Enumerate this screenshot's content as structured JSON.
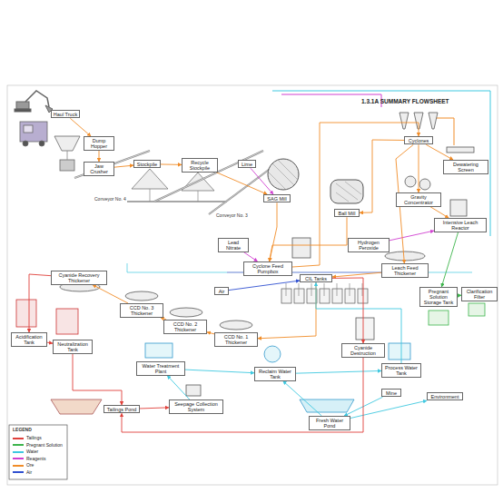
{
  "diagram": {
    "title": "1.3.1A SUMMARY FLOWSHEET",
    "nodes": [
      {
        "text": [
          "Haul Truck"
        ]
      },
      {
        "text": [
          "Dump Hopper"
        ]
      },
      {
        "text": [
          "Jaw Crusher"
        ]
      },
      {
        "text": [
          "Stockpile"
        ]
      },
      {
        "text": [
          "Recycle Stockpile"
        ]
      },
      {
        "text": [
          "Lime"
        ]
      },
      {
        "text": [
          "SAG Mill"
        ]
      },
      {
        "text": [
          "Ball Mill"
        ]
      },
      {
        "text": [
          "Lead Nitrate"
        ]
      },
      {
        "text": [
          "Cyclone Feed Pumpbox"
        ]
      },
      {
        "text": [
          "Cyclones"
        ]
      },
      {
        "text": [
          "Hydrogen Peroxide"
        ]
      },
      {
        "text": [
          "Gravity Concentrator"
        ]
      },
      {
        "text": [
          "Intensive Leach Reactor"
        ]
      },
      {
        "text": [
          "Dewatering Screen"
        ]
      },
      {
        "text": [
          "Clarification Filter"
        ]
      },
      {
        "text": [
          "Leach Feed Thickener"
        ]
      },
      {
        "text": [
          "Pregnant Solution Storage Tank"
        ]
      },
      {
        "text": [
          "CIL Tanks"
        ]
      },
      {
        "text": [
          "Air"
        ]
      },
      {
        "text": [
          "CCD No. 1 Thickener"
        ]
      },
      {
        "text": [
          "CCD No. 2 Thickener"
        ]
      },
      {
        "text": [
          "CCD No. 3 Thickener"
        ]
      },
      {
        "text": [
          "Cyanide Recovery Thickener"
        ]
      },
      {
        "text": [
          "Acidification Tank"
        ]
      },
      {
        "text": [
          "Neutralization Tank"
        ]
      },
      {
        "text": [
          "Water Treatment Plant"
        ]
      },
      {
        "text": [
          "Tailings Pond"
        ]
      },
      {
        "text": [
          "Seepage Collection System"
        ]
      },
      {
        "text": [
          "Reclaim Water Tank"
        ]
      },
      {
        "text": [
          "Cyanide Destruction"
        ]
      },
      {
        "text": [
          "Process Water Tank"
        ]
      },
      {
        "text": [
          "Fresh Water Pond"
        ]
      },
      {
        "text": [
          "Mine"
        ]
      },
      {
        "text": [
          "Environment"
        ]
      }
    ],
    "edges": [
      {
        "from": 0,
        "to": 1,
        "arrow": "to"
      },
      {
        "from": 1,
        "to": 2,
        "arrow": "to"
      },
      {
        "from": 2,
        "to": 3,
        "arrow": "to"
      },
      {
        "from": 3,
        "to": 4,
        "arrow": "to"
      },
      {
        "from": 4,
        "to": 6,
        "arrow": "to"
      },
      {
        "from": 5,
        "to": 6,
        "arrow": "to"
      },
      {
        "from": 6,
        "to": 9,
        "arrow": "to"
      },
      {
        "from": 9,
        "to": 10,
        "arrow": "to"
      },
      {
        "from": 10,
        "to": 7,
        "arrow": "to"
      },
      {
        "from": 7,
        "to": 9,
        "arrow": "to"
      },
      {
        "from": 10,
        "to": 12,
        "arrow": "to"
      },
      {
        "from": 12,
        "to": 13,
        "arrow": "to"
      },
      {
        "from": 13,
        "to": 17,
        "arrow": "to"
      },
      {
        "from": 17,
        "to": 15,
        "arrow": "to"
      },
      {
        "from": 8,
        "to": 9,
        "arrow": "to"
      },
      {
        "from": 11,
        "to": 13,
        "arrow": "to"
      },
      {
        "from": 10,
        "to": 16,
        "arrow": "to"
      },
      {
        "from": 16,
        "to": 18,
        "arrow": "to"
      },
      {
        "from": 18,
        "to": 20,
        "arrow": "to"
      },
      {
        "from": 20,
        "to": 21,
        "arrow": "to"
      },
      {
        "from": 21,
        "to": 22,
        "arrow": "to"
      },
      {
        "from": 22,
        "to": 23,
        "arrow": "to"
      },
      {
        "from": 23,
        "to": 24,
        "arrow": "to"
      },
      {
        "from": 24,
        "to": 25,
        "arrow": "to"
      },
      {
        "from": 25,
        "to": 27,
        "arrow": "to"
      },
      {
        "from": 27,
        "to": 28,
        "arrow": "to"
      },
      {
        "from": 28,
        "to": 26,
        "arrow": "to"
      },
      {
        "from": 26,
        "to": 29,
        "arrow": "to"
      },
      {
        "from": 29,
        "to": 31,
        "arrow": "to"
      },
      {
        "from": 31,
        "to": 18,
        "arrow": "to"
      },
      {
        "from": 32,
        "to": 29,
        "arrow": "to"
      },
      {
        "from": 33,
        "to": 32,
        "arrow": "to"
      },
      {
        "from": 32,
        "to": 34,
        "arrow": "to"
      },
      {
        "from": 19,
        "to": 18,
        "arrow": "to"
      },
      {
        "from": 18,
        "to": 30,
        "arrow": "to"
      },
      {
        "from": 30,
        "to": 27,
        "arrow": "to"
      },
      {
        "from": 10,
        "to": 14,
        "arrow": "to"
      }
    ],
    "labels": [
      "LEGEND",
      "Conveyor No. 3",
      "Conveyor No. 4"
    ],
    "legend": [
      {
        "text": "Tailings",
        "color": "#e0403a"
      },
      {
        "text": "Pregnant Solution",
        "color": "#3cb44b"
      },
      {
        "text": "Water",
        "color": "#3fc8e0"
      },
      {
        "text": "Reagents",
        "color": "#d040d0"
      },
      {
        "text": "Ore",
        "color": "#f08c28"
      },
      {
        "text": "Air",
        "color": "#3050d0"
      }
    ]
  }
}
